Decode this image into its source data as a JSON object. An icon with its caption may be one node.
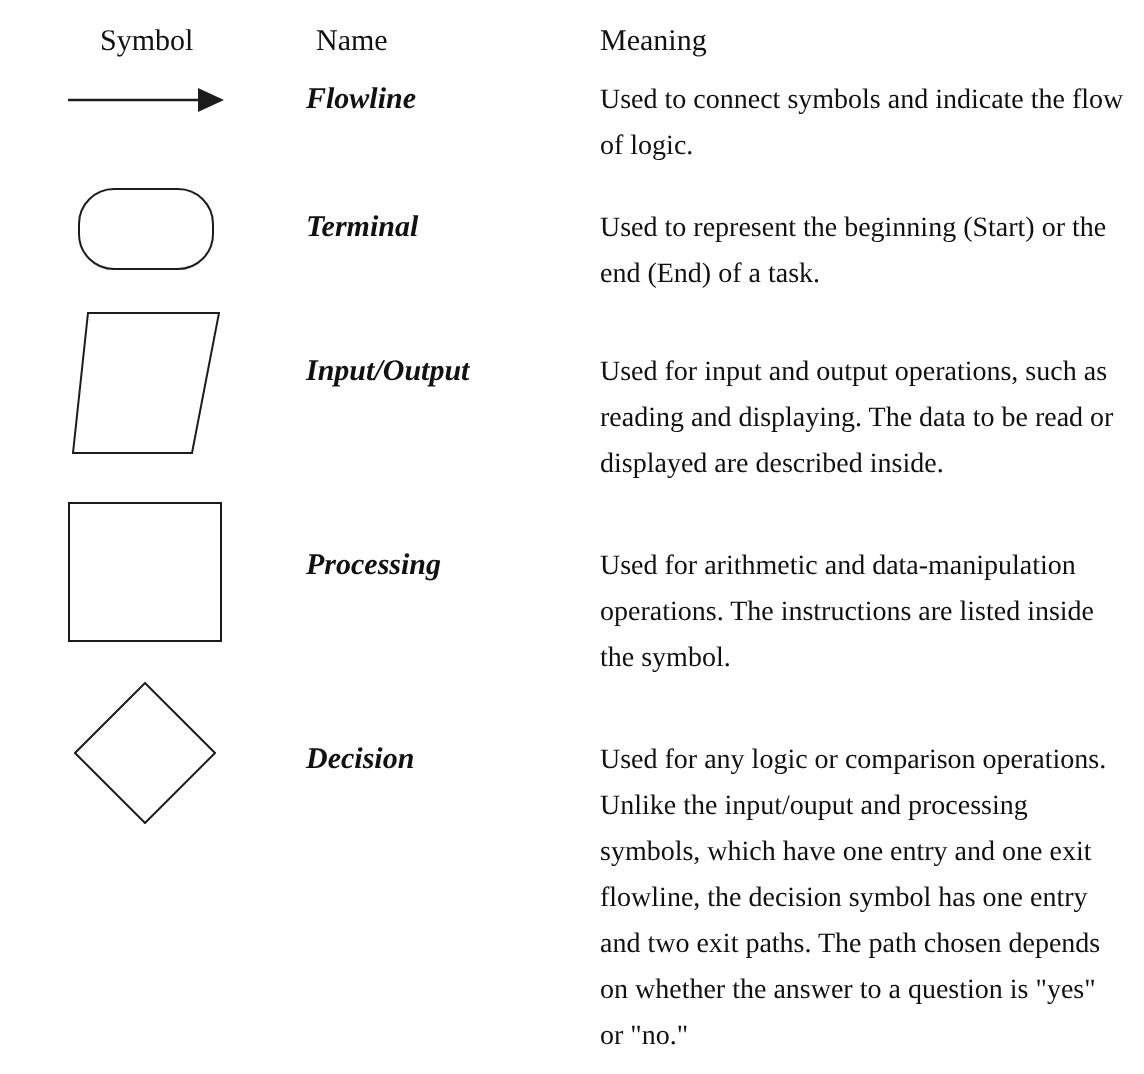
{
  "diagram": {
    "nodes": [
      {
        "text": [],
        "shape": "arrow"
      },
      {
        "text": [],
        "shape": "pill"
      },
      {
        "text": [],
        "shape": "parallelogram"
      },
      {
        "text": [],
        "shape": "box"
      },
      {
        "text": [],
        "shape": "diamond"
      }
    ],
    "labels": [
      "Symbol",
      "Name",
      "Meaning",
      "Flowline",
      "Used to connect symbols and indicate the flow of logic.",
      "Terminal",
      "Used to represent the beginning (Start) or the end (End) of a task.",
      "Input/Output",
      "Used for input and output operations, such as reading and displaying. The data to be read or displayed are described inside.",
      "Processing",
      "Used for arithmetic and data-manipulation operations. The instructions are listed inside the symbol.",
      "Decision",
      "Used for any logic or comparison operations. Unlike the input/ouput and processing symbols, which have one entry and one exit flowline, the decision symbol has one entry and two exit paths. The path chosen depends on whether the answer to a question is \"yes\" or \"no.\""
    ]
  }
}
